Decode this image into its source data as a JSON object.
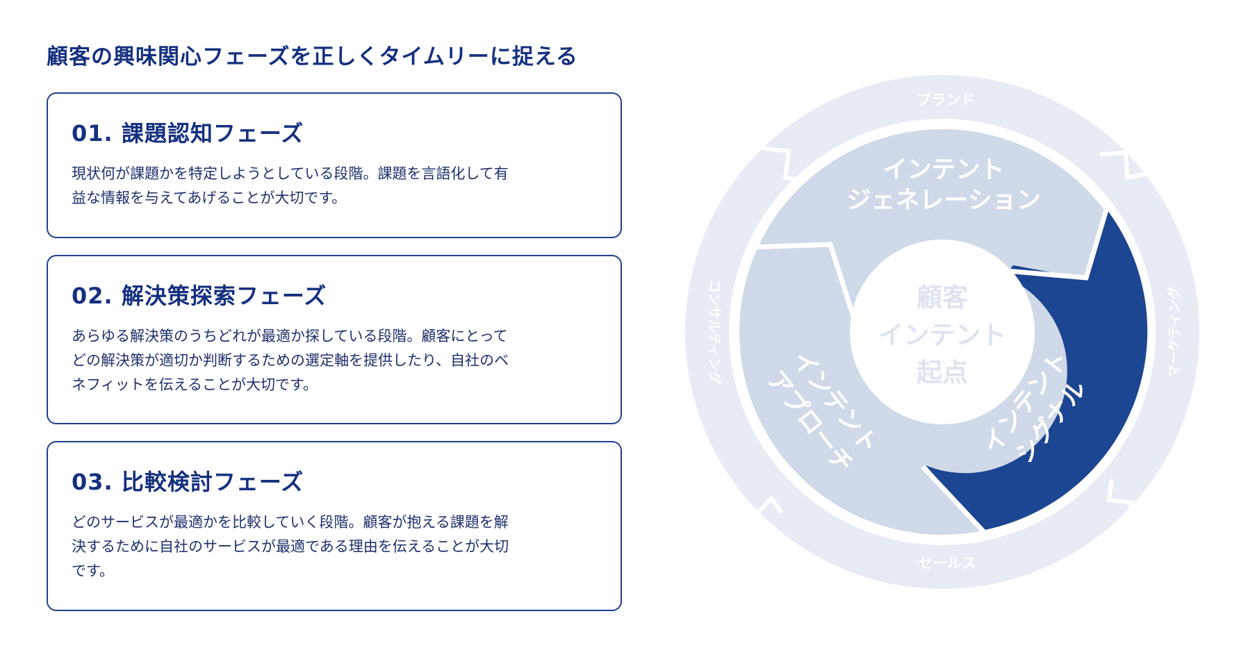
{
  "heading": "顧客の興味関心フェーズを正しくタイムリーに捉える",
  "cards": [
    {
      "title": "01. 課題認知フェーズ",
      "lines": [
        "現状何が課題かを特定しようとしている段階。課題を言語化して有",
        "益な情報を与えてあげることが大切です。"
      ]
    },
    {
      "title": "02. 解決策探索フェーズ",
      "lines": [
        "あらゆる解決策のうちどれが最適か探している段階。顧客にとって",
        "どの解決策が適切か判断するための選定軸を提供したり、自社のベ",
        "ネフィットを伝えることが大切です。"
      ]
    },
    {
      "title": "03. 比較検討フェーズ",
      "lines": [
        "どのサービスが最適かを比較していく段階。顧客が抱える課題を解",
        "決するために自社のサービスが最適である理由を伝えることが大切",
        "です。"
      ]
    }
  ],
  "wheel": {
    "outer_labels": {
      "top": "ブランド",
      "right": "マーケティング",
      "bottom": "セールス",
      "left": "コンサルティング"
    },
    "segments": {
      "generation": [
        "インテント",
        "ジェネレーション"
      ],
      "signal": [
        "インテント",
        "シグナル"
      ],
      "approach": [
        "インテント",
        "アプローチ"
      ]
    },
    "center": [
      "顧客",
      "インテント",
      "起点"
    ]
  },
  "colors": {
    "navy": "#1c4592",
    "outer_ring": "#e6ebf4",
    "inner_segment": "#d0d9e8",
    "center_text": "#dde4ef"
  }
}
